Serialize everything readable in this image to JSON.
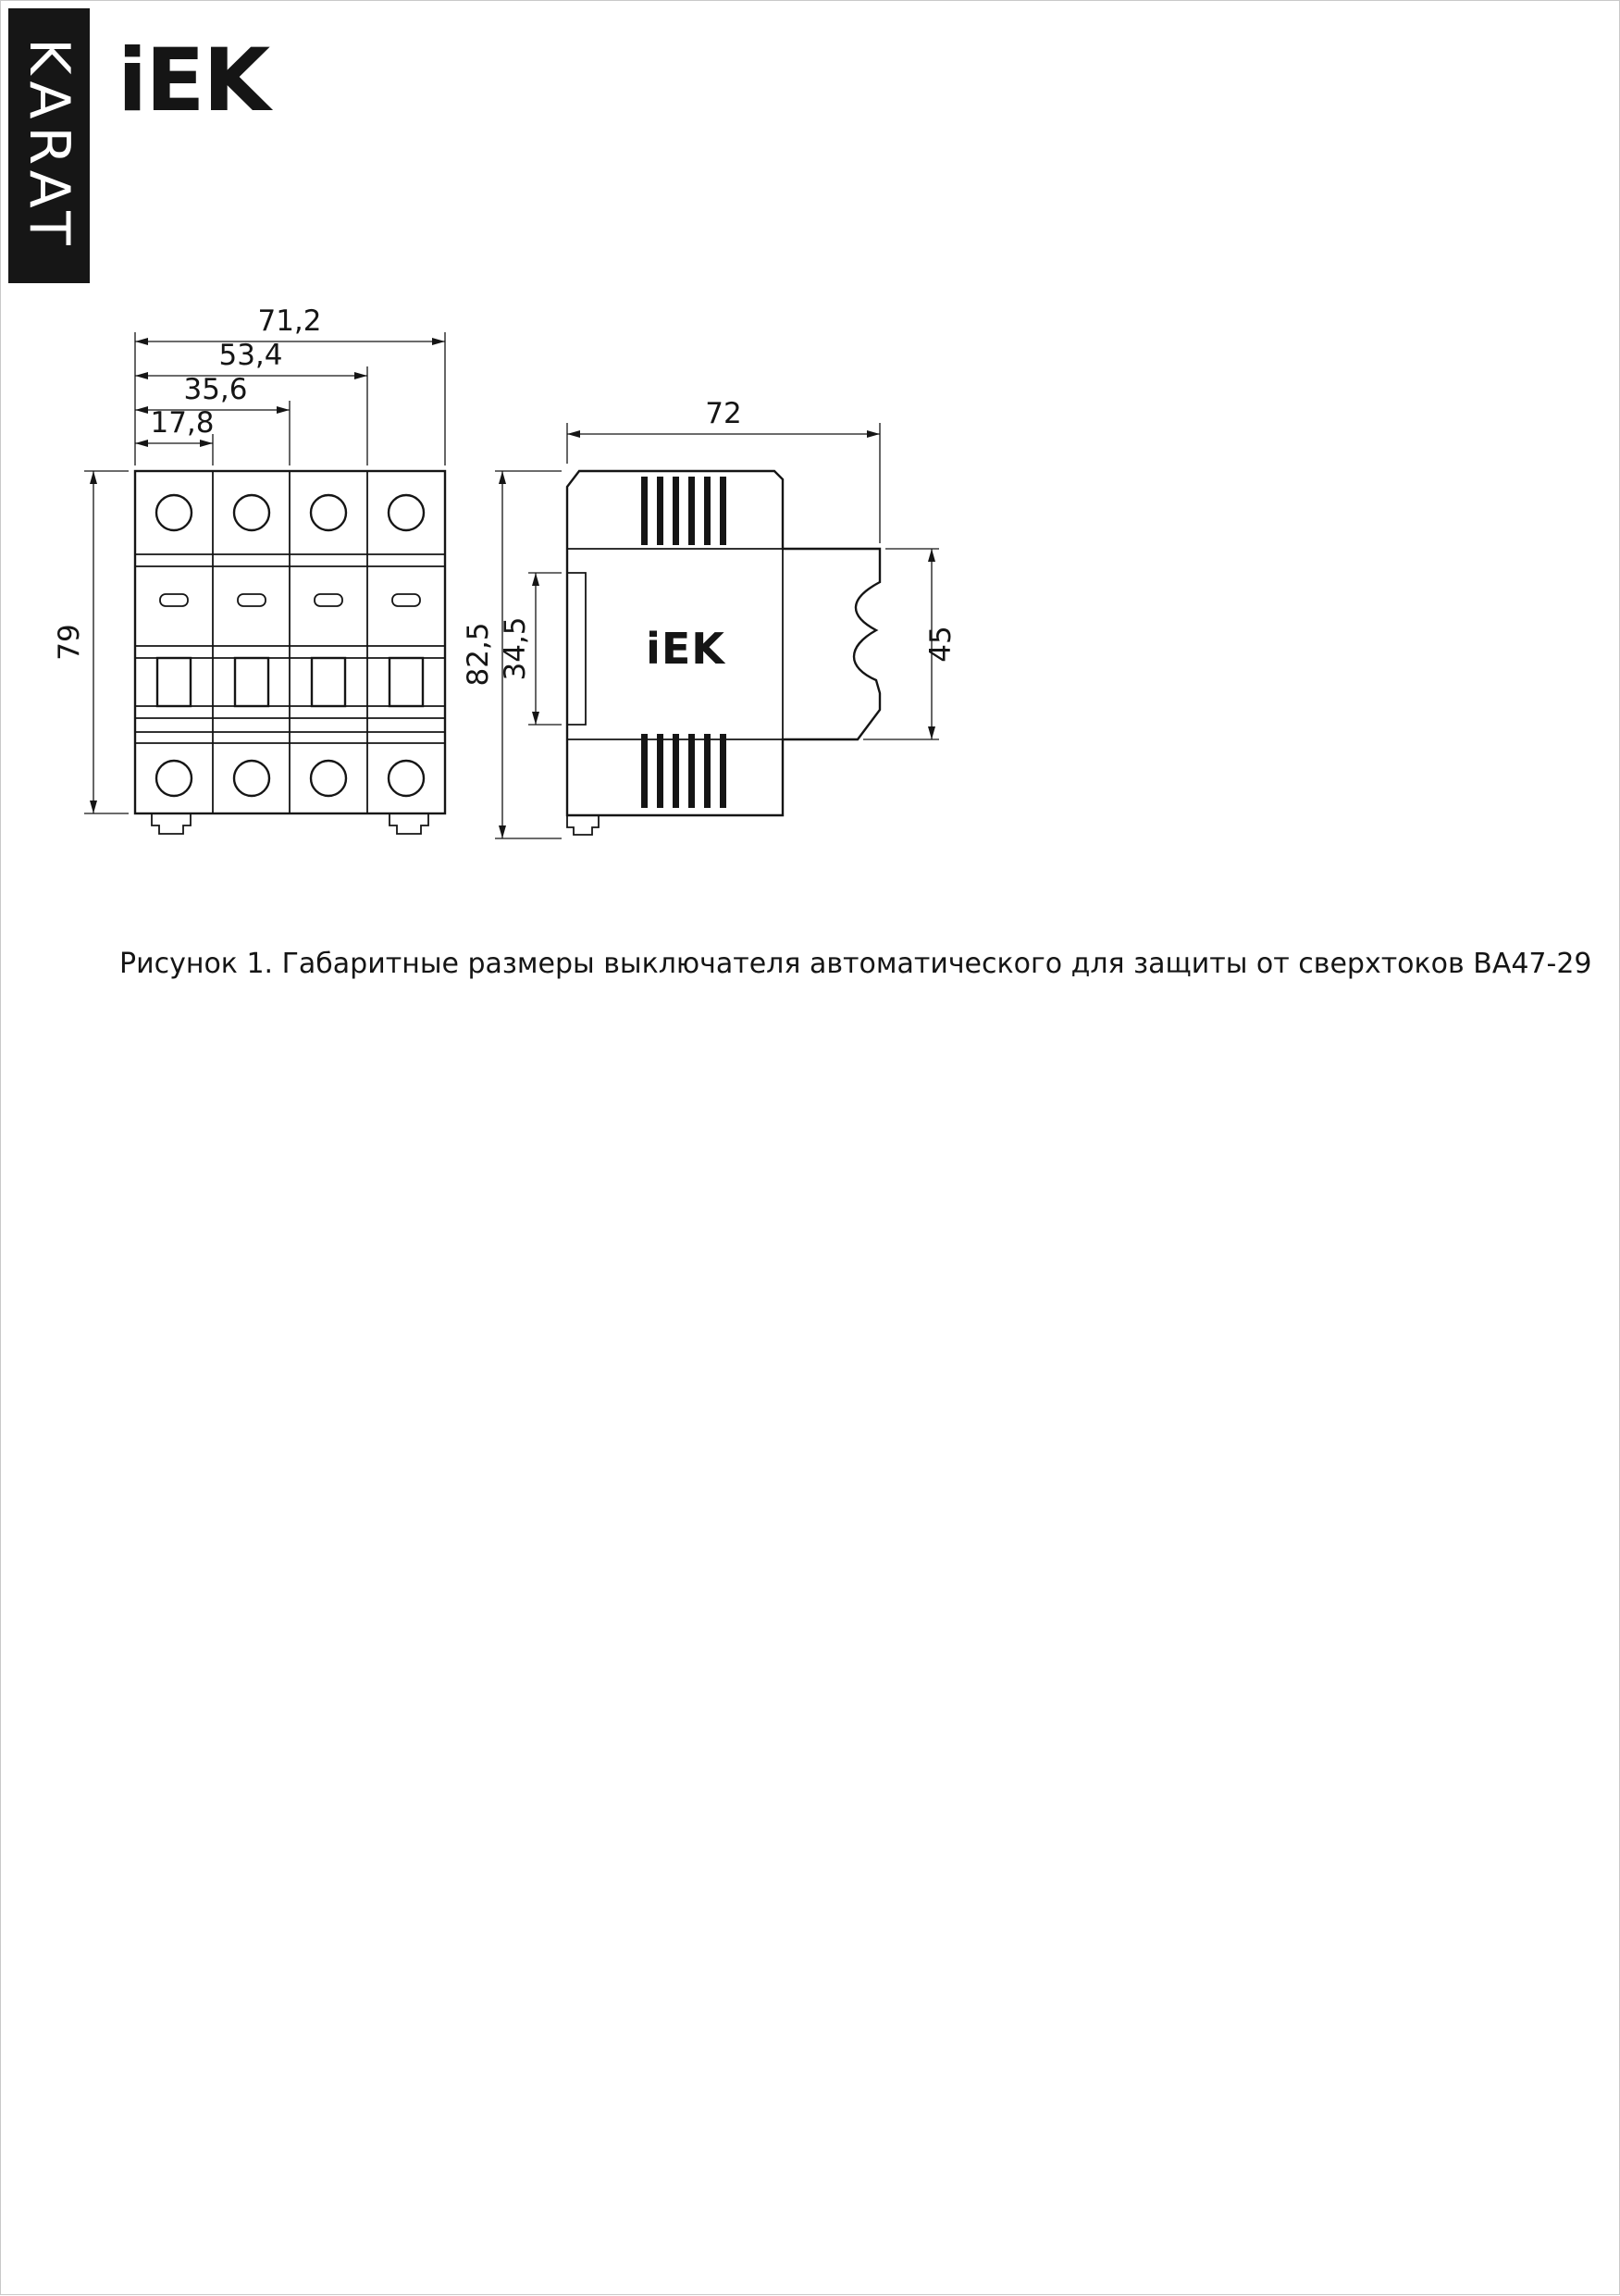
{
  "brand": {
    "sidebar_label": "KARAT",
    "logo_text": "iEK"
  },
  "front_view": {
    "width_total": "71,2",
    "width_3_poles": "53,4",
    "width_2_poles": "35,6",
    "width_1_pole": "17,8",
    "height": "79"
  },
  "side_view": {
    "depth": "72",
    "height": "82,5",
    "din_channel_height": "34,5",
    "terminal_zone_height": "45",
    "logo_text": "iEK"
  },
  "figure": {
    "caption": "Рисунок 1. Габаритные размеры выключателя автоматического для защиты от сверхтоков ВА47-29"
  }
}
